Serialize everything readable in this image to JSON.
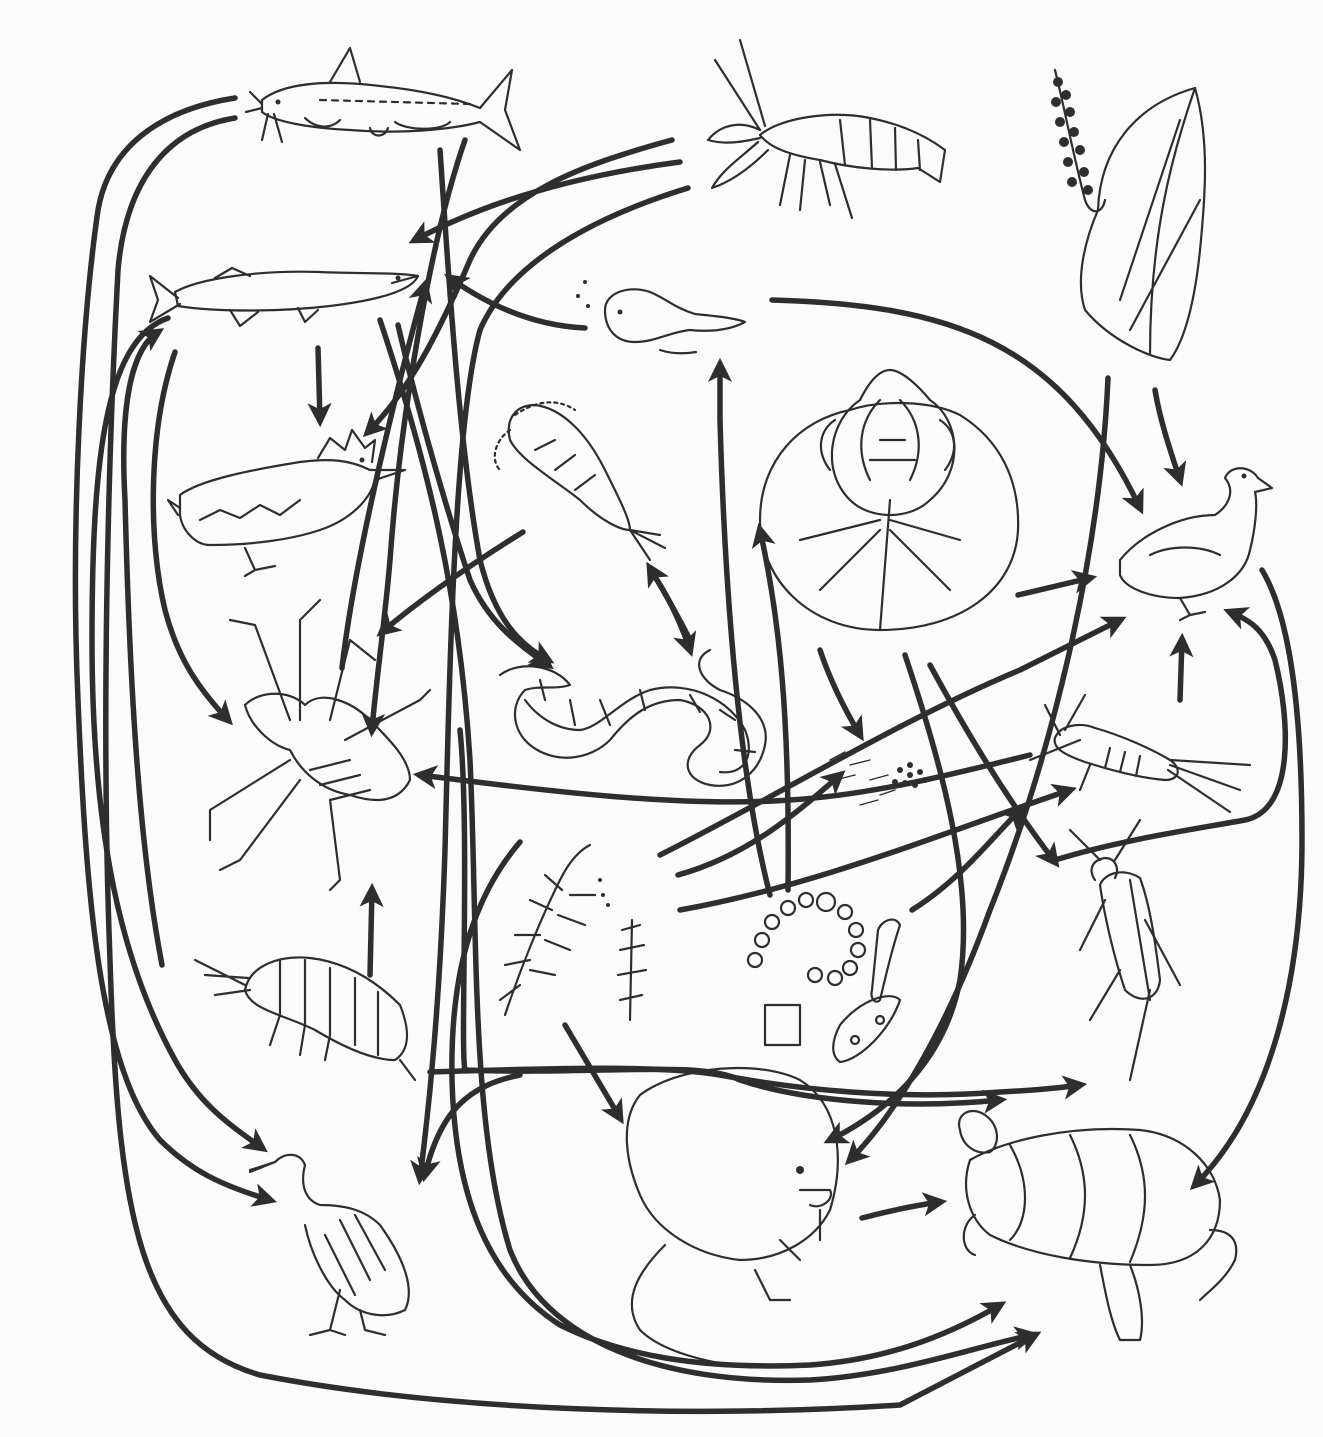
{
  "diagram": {
    "ink_color": "#2e2e2e",
    "paper_color": "#fbfbfb",
    "nodes": [
      {
        "id": "catfish",
        "icon": "catfish-icon"
      },
      {
        "id": "crayfish",
        "icon": "crayfish-icon"
      },
      {
        "id": "pickerelweed",
        "icon": "pickerelweed-icon"
      },
      {
        "id": "pike",
        "icon": "pike-icon"
      },
      {
        "id": "tadpole",
        "icon": "tadpole-icon"
      },
      {
        "id": "water-lily",
        "icon": "water-lily-icon"
      },
      {
        "id": "kingfisher",
        "icon": "kingfisher-icon"
      },
      {
        "id": "water-flea",
        "icon": "water-flea-icon"
      },
      {
        "id": "duck",
        "icon": "duck-icon"
      },
      {
        "id": "water-strider",
        "icon": "water-strider-icon"
      },
      {
        "id": "water-snake",
        "icon": "water-snake-icon"
      },
      {
        "id": "bacteria",
        "icon": "bacteria-icon"
      },
      {
        "id": "mayfly-nymph",
        "icon": "mayfly-nymph-icon"
      },
      {
        "id": "pondweed",
        "icon": "pondweed-icon"
      },
      {
        "id": "algae",
        "icon": "algae-icon"
      },
      {
        "id": "water-beetle",
        "icon": "water-beetle-icon"
      },
      {
        "id": "scud",
        "icon": "scud-icon"
      },
      {
        "id": "heron",
        "icon": "heron-icon"
      },
      {
        "id": "muskrat",
        "icon": "muskrat-icon"
      },
      {
        "id": "snapping-turtle",
        "icon": "snapping-turtle-icon"
      }
    ],
    "edges": [
      {
        "id": "catfish-to-heron"
      },
      {
        "id": "catfish-to-turtle"
      },
      {
        "id": "catfish-to-strider"
      },
      {
        "id": "catfish-to-snake"
      },
      {
        "id": "crayfish-to-pike"
      },
      {
        "id": "crayfish-to-kingfisher"
      },
      {
        "id": "crayfish-to-heron"
      },
      {
        "id": "tadpole-to-pike"
      },
      {
        "id": "tadpole-to-duck"
      },
      {
        "id": "pike-to-kingfisher"
      },
      {
        "id": "pike-to-strider"
      },
      {
        "id": "pike-to-heron"
      },
      {
        "id": "pike-to-turtle"
      },
      {
        "id": "fleas-to-strider"
      },
      {
        "id": "fleas-to-snake"
      },
      {
        "id": "flea-snake-link"
      },
      {
        "id": "strider-to-pike"
      },
      {
        "id": "scud-to-strider"
      },
      {
        "id": "scud-to-pike"
      },
      {
        "id": "scud-to-heron"
      },
      {
        "id": "mayfly-to-strider"
      },
      {
        "id": "pondweed-to-muskrat"
      },
      {
        "id": "pondweed-to-tadpole"
      },
      {
        "id": "pondweed-to-duck"
      },
      {
        "id": "pondweed-to-bacteria"
      },
      {
        "id": "algae-to-mayfly"
      },
      {
        "id": "algae-to-flea"
      },
      {
        "id": "algae-to-beetle"
      },
      {
        "id": "algae-to-turtle"
      },
      {
        "id": "lily-to-duck"
      },
      {
        "id": "lily-to-bacteria"
      },
      {
        "id": "lily-to-muskrat"
      },
      {
        "id": "lily-to-beetle"
      },
      {
        "id": "pickerelweed-to-duck"
      },
      {
        "id": "pickerelweed-to-muskrat"
      },
      {
        "id": "mayfly-to-duck"
      },
      {
        "id": "duck-to-turtle"
      },
      {
        "id": "beetle-to-duck"
      },
      {
        "id": "muskrat-to-turtle"
      },
      {
        "id": "snake-to-turtle"
      },
      {
        "id": "bottom-loop-to-turtle"
      }
    ]
  }
}
